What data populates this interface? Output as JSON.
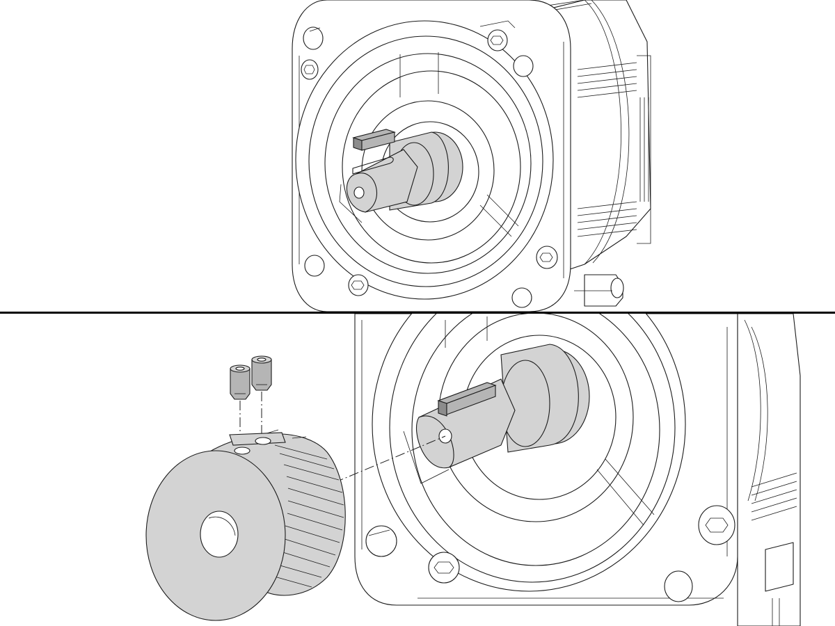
{
  "figure": {
    "panels": [
      {
        "id": "top",
        "subject": "motor-shaft-with-key"
      },
      {
        "id": "bottom",
        "subject": "pulley-and-setscrews-exploded"
      }
    ],
    "colors": {
      "line": "#1a1a1a",
      "part_fill_light": "#d3d3d3",
      "part_fill_mid": "#b5b5b5",
      "part_fill_dark": "#8c8c8c",
      "background": "#ffffff",
      "divider": "#000000"
    }
  }
}
